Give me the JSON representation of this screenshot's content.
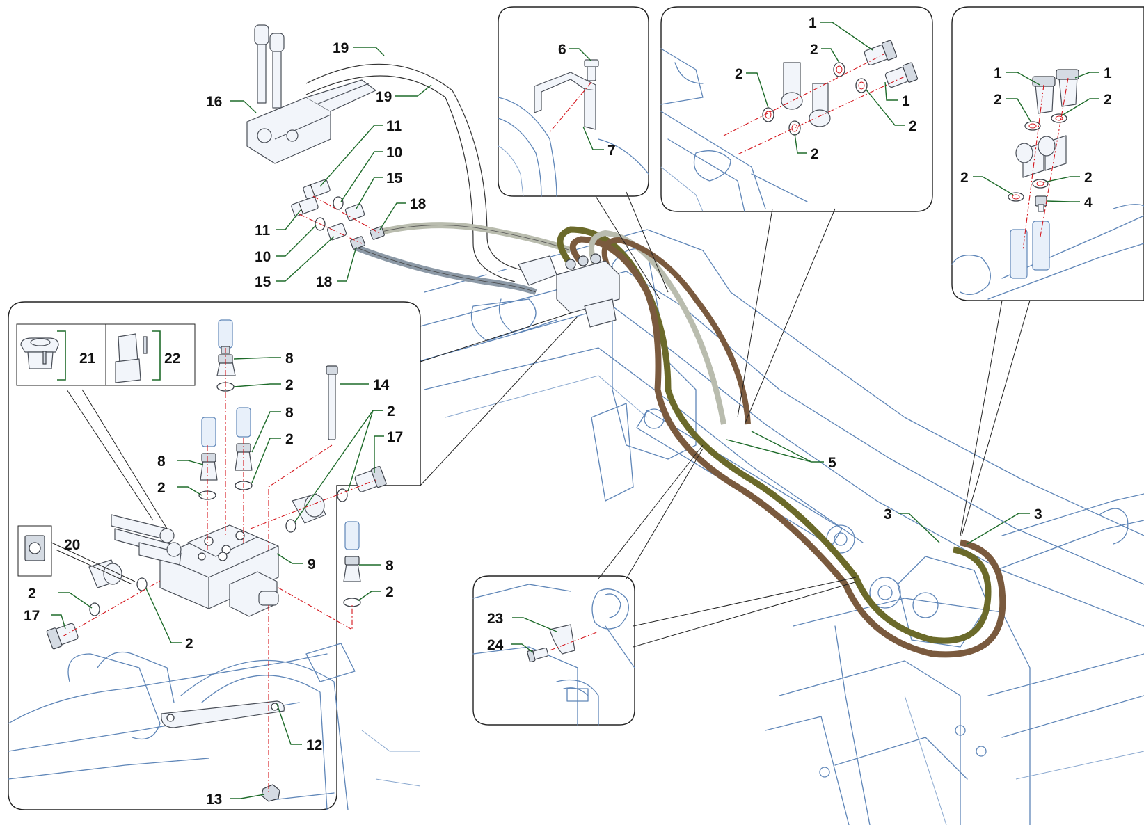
{
  "callouts": {
    "c1": "1",
    "c2": "2",
    "c3": "3",
    "c4": "4",
    "c5": "5",
    "c6": "6",
    "c7": "7",
    "c8": "8",
    "c9": "9",
    "c10": "10",
    "c11": "11",
    "c12": "12",
    "c13": "13",
    "c14": "14",
    "c15": "15",
    "c16": "16",
    "c17": "17",
    "c18": "18",
    "c19": "19",
    "c20": "20",
    "c21": "21",
    "c22": "22",
    "c23": "23",
    "c24": "24"
  },
  "colors": {
    "hose_green": "#6b6a2a",
    "hose_brown": "#7a5a3e",
    "hose_grey": "#b9bcae",
    "hose_blue_grey": "#8c99a6",
    "leader_green": "#1e6b2a",
    "axis_red": "#d4141b",
    "machine_blue": "#5f86b8"
  }
}
